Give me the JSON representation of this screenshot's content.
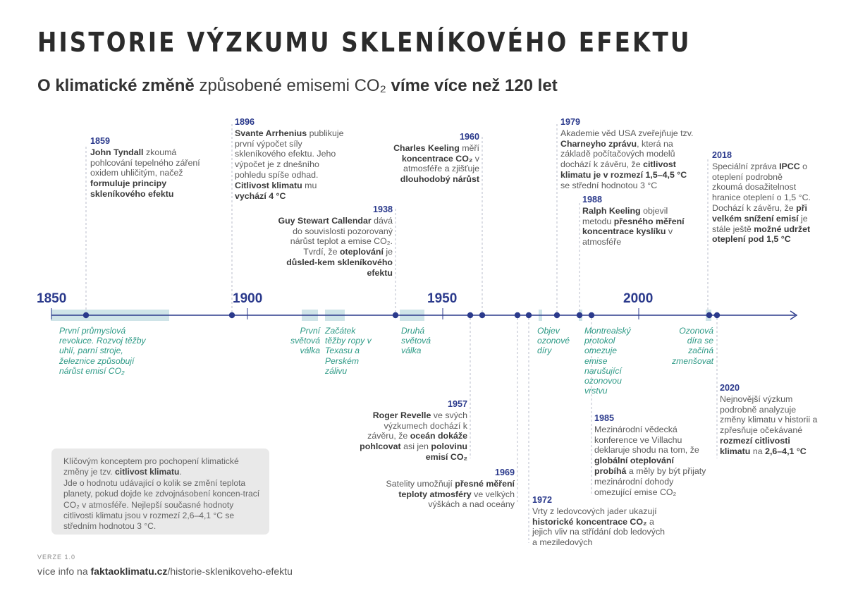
{
  "header": {
    "title": "HISTORIE VÝZKUMU SKLENÍKOVÉHO EFEKTU",
    "subtitle_bold1": "O klimatické změně",
    "subtitle_mid": " způsobené emisemi CO₂ ",
    "subtitle_bold2": "víme více než 120 let"
  },
  "colors": {
    "axis": "#2b3a8c",
    "period_band": "#cfe4e8",
    "period_text": "#2e9a86",
    "year": "#2b3a8c"
  },
  "decades": [
    "1850",
    "1900",
    "1950",
    "2000"
  ],
  "periods": [
    {
      "id": "industrial",
      "text": "První průmyslová revoluce. Rozvoj těžby uhlí, parní stroje, železnice způsobují nárůst emisí CO₂"
    },
    {
      "id": "ww1",
      "text": "První světová válka"
    },
    {
      "id": "oil",
      "text": "Začátek těžby ropy v Texasu a Perském zálivu"
    },
    {
      "id": "ww2",
      "text": "Druhá světová válka"
    },
    {
      "id": "ozone-hole",
      "text": "Objev ozonové díry"
    },
    {
      "id": "montreal",
      "text": "Montrealský protokol omezuje emise narušující ozonovou vrstvu"
    },
    {
      "id": "ozone-shrink",
      "text": "Ozonová díra se začíná zmenšovat"
    }
  ],
  "events": {
    "e1859": {
      "year": "1859",
      "a": "John Tyndall",
      "b": " zkoumá pohlcování tepelného záření oxidem uhličitým, načež ",
      "c": "formuluje  principy skleníkového efektu"
    },
    "e1896": {
      "year": "1896",
      "a": "Svante Arrhenius",
      "b": " publikuje první výpočet síly skleníkového efektu. Jeho výpočet je z dnešního pohledu spíše odhad. ",
      "c": "Citlivost klimatu",
      "d": " mu ",
      "e": "vychází 4 °C"
    },
    "e1938": {
      "year": "1938",
      "a": "Guy Stewart Callendar",
      "b": " dává do souvislosti pozorovaný nárůst teplot a emise CO₂. Tvrdí, že ",
      "c": "oteplování",
      "d": " je ",
      "e": "důsled-kem skleníkového efektu"
    },
    "e1960": {
      "year": "1960",
      "a": "Charles Keeling",
      "b": " měří ",
      "c": "koncentrace CO₂",
      "d": " v atmosféře a zjišťuje ",
      "e": "dlouhodobý nárůst"
    },
    "e1979": {
      "year": "1979",
      "a": "Akademie věd USA zveřejňuje tzv. ",
      "b": "Charneyho zprávu",
      "c": ", která na základě počítačových modelů dochází k závěru, že ",
      "d": "citlivost klimatu je v rozmezí 1,5–4,5 °C",
      "e": " se střední hodnotou 3 °C"
    },
    "e1988": {
      "year": "1988",
      "a": "Ralph Keeling",
      "b": " objevil metodu ",
      "c": "přesného měření koncentrace kyslíku",
      "d": " v atmosféře"
    },
    "e2018": {
      "year": "2018",
      "a": "Speciální zpráva ",
      "b": "IPCC",
      "c": " o oteplení podrobně zkoumá dosažitelnost hranice oteplení o 1,5 °C. Dochází k závěru, že ",
      "d": "při velkém snížení emisí",
      "e": " je stále ještě ",
      "f": "možné udržet oteplení pod 1,5 °C"
    },
    "e1957": {
      "year": "1957",
      "a": "Roger Revelle",
      "b": " ve svých výzkumech dochází k závěru, že ",
      "c": "oceán dokáže pohlcovat",
      "d": " asi jen ",
      "e": "polovinu emisí CO₂"
    },
    "e1969": {
      "year": "1969",
      "a": "Satelity umožňují ",
      "b": "přesné měření teploty atmosféry",
      "c": "  ve velkých výškách a nad oceány"
    },
    "e1972": {
      "year": "1972",
      "a": "Vrty z ledovcových jader ukazují ",
      "b": "historické koncentrace CO₂",
      "c": " a jejich vliv na střídání dob ledových a meziledových"
    },
    "e1985": {
      "year": "1985",
      "a": "Mezinárodní vědecká konference ve Villachu deklaruje shodu na tom, že ",
      "b": "globální oteplování probíhá",
      "c": " a měly by být přijaty mezinárodní dohody omezující emise CO₂"
    },
    "e2020": {
      "year": "2020",
      "a": "Nejnovější výzkum podrobně analyzuje změny klimatu v historii a zpřesňuje očekávané ",
      "b": "rozmezí citlivosti klimatu",
      "c": " na ",
      "d": "2,6–4,1 °C"
    }
  },
  "info_box": {
    "a": "Klíčovým konceptem pro pochopení klimatické změny je tzv. ",
    "b": "citlivost klimatu",
    "c": ".",
    "d": "Jde o hodnotu udávající o kolik se změní teplota planety, pokud dojde ke zdvojnásobení koncen-trací CO₂ v atmosféře. Nejlepší současné hodnoty citlivosti klimatu jsou v rozmezí 2,6–4,1 °C se středním hodnotou 3 °C."
  },
  "footer": {
    "version": "VERZE 1.0",
    "more_prefix": "více info na ",
    "more_domain": "faktaoklimatu.cz",
    "more_path": "/historie-sklenikoveho-efektu"
  }
}
